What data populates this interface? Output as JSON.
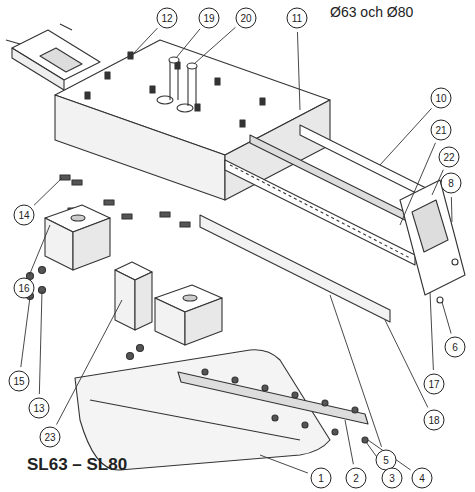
{
  "diagram": {
    "labels": [
      "Ø63 och Ø80",
      "SL63 – SL80",
      "12",
      "19",
      "20",
      "11",
      "10",
      "21",
      "22",
      "8",
      "14",
      "16",
      "15",
      "13",
      "23",
      "6",
      "17",
      "18",
      "5",
      "1",
      "2",
      "3",
      "4"
    ]
  }
}
